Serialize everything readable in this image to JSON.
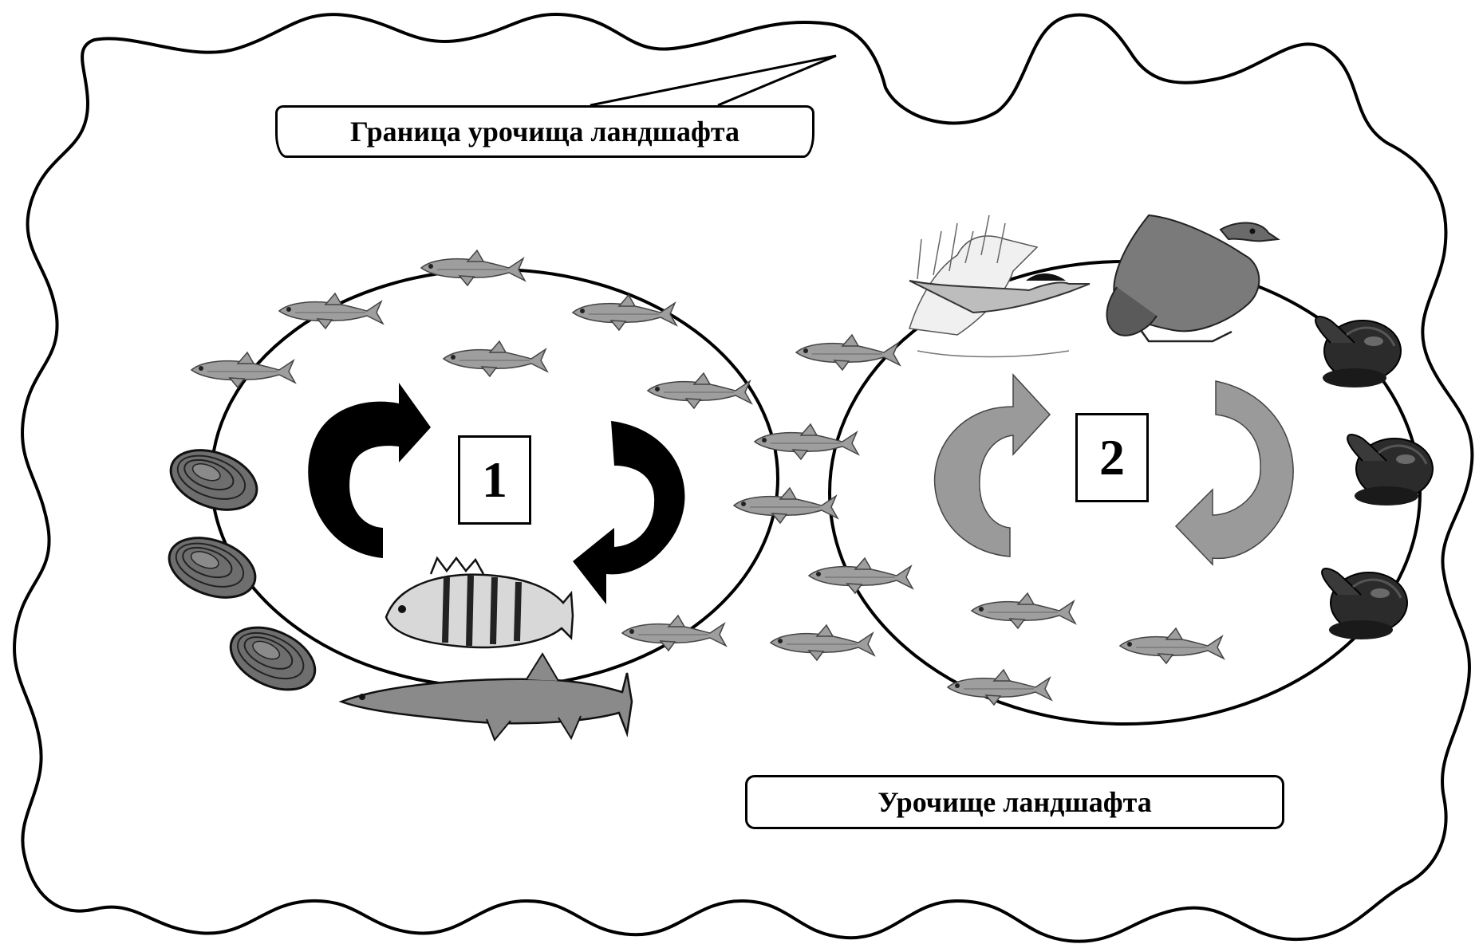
{
  "labels": {
    "border": "Граница урочища ландшафта",
    "tract": "Урочище ландшафта"
  },
  "cycles": [
    {
      "number": "1",
      "arrow_color": "#000000"
    },
    {
      "number": "2",
      "arrow_color": "#9a9a9a"
    }
  ],
  "organisms": {
    "small_fish_icon": "small-fish-icon",
    "mussel_icon": "mussel-icon",
    "snail_icon": "pond-snail-icon",
    "perch_icon": "perch-icon",
    "pike_icon": "pike-icon",
    "tern_icon": "tern-icon",
    "hawk_icon": "hawk-icon"
  },
  "colors": {
    "outline": "#000000",
    "fish_fill": "#9e9e9e",
    "shell_fill": "#6e6e6e",
    "snail_fill": "#2b2b2b",
    "gray_arrow": "#9a9a9a",
    "black_arrow": "#000000"
  }
}
